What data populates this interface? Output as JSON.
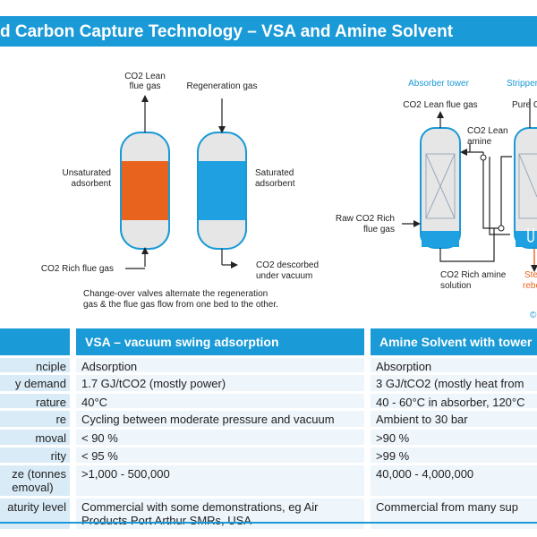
{
  "title": "d Carbon Capture Technology – VSA and Amine Solvent",
  "vsa_diagram": {
    "lean_out": [
      "CO2 Lean",
      "flue gas"
    ],
    "regen": "Regeneration gas",
    "unsat": [
      "Unsaturated",
      "adsorbent"
    ],
    "sat": [
      "Saturated",
      "adsorbent"
    ],
    "rich_in": "CO2 Rich flue gas",
    "desorbed": [
      "CO2 descorbed",
      "under vacuum"
    ],
    "caption": [
      "Change-over valves alternate the regeneration",
      "gas & the flue gas flow from one bed to the other."
    ]
  },
  "amine_diagram": {
    "absorber": "Absorber tower",
    "stripper": "Stripper",
    "lean_gas": "CO2 Lean flue gas",
    "pure": "Pure C",
    "lean_amine": [
      "CO2 Lean",
      "amine"
    ],
    "raw": [
      "Raw CO2 Rich",
      "flue gas"
    ],
    "rich_amine": [
      "CO2 Rich amine",
      "solution"
    ],
    "steam": [
      "Ste",
      "rebo"
    ],
    "copyright": "©"
  },
  "table": {
    "headers": [
      "",
      "VSA – vacuum swing adsorption",
      "Amine Solvent with tower"
    ],
    "rows": [
      [
        "nciple",
        "Adsorption",
        "Absorption"
      ],
      [
        "y demand",
        "1.7 GJ/tCO2 (mostly power)",
        "3 GJ/tCO2 (mostly heat from"
      ],
      [
        "rature",
        "40°C",
        "40 - 60°C in absorber, 120°C"
      ],
      [
        "re",
        "Cycling between moderate pressure and vacuum",
        "Ambient to 30 bar"
      ],
      [
        "moval",
        "< 90 %",
        ">90 %"
      ],
      [
        "rity",
        "< 95 %",
        ">99 %"
      ],
      [
        "ze (tonnes|emoval)",
        ">1,000 - 500,000",
        "40,000 - 4,000,000"
      ],
      [
        "aturity level",
        "Commercial with some demonstrations, eg Air|Products Port Arthur SMRs, USA",
        "Commercial from many sup"
      ]
    ]
  },
  "colors": {
    "accent": "#1a9ad6",
    "orange": "#e8641e",
    "blue": "#1fa0e0"
  }
}
